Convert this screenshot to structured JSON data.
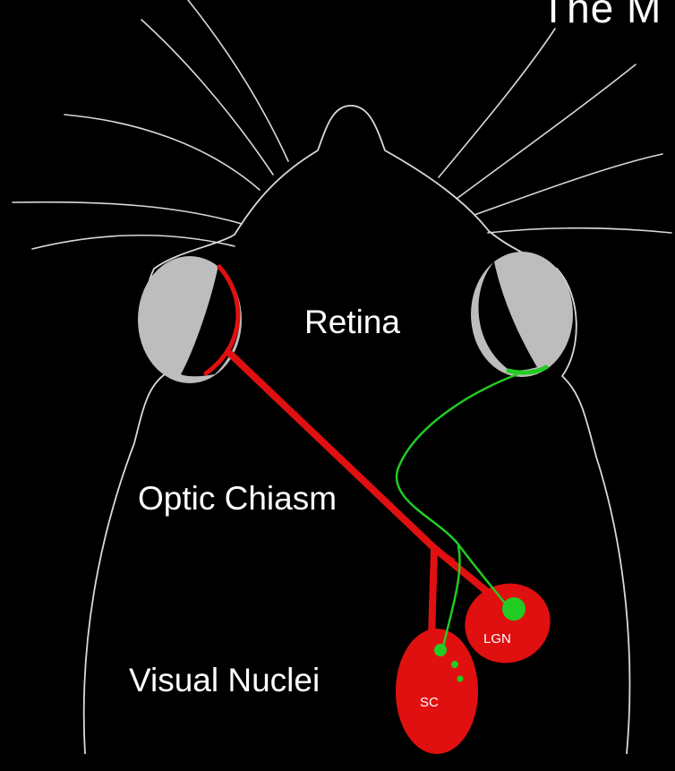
{
  "title_fragment": "The M",
  "labels": {
    "retina": "Retina",
    "optic_chiasm": "Optic Chiasm",
    "visual_nuclei": "Visual Nuclei",
    "lgn": "LGN",
    "sc": "SC"
  },
  "colors": {
    "background": "#000000",
    "outline": "#d9d9d9",
    "eye": "#bdbdbd",
    "contralateral_pathway": "#e01010",
    "ipsilateral_pathway": "#22cc22",
    "text": "#ffffff"
  }
}
